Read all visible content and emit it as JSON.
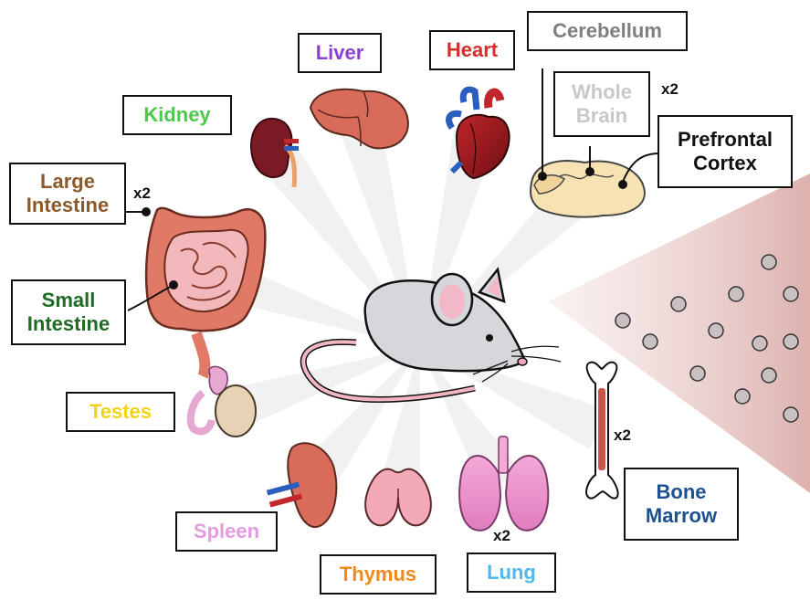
{
  "labels": {
    "cerebellum": {
      "lines": [
        "Cerebellum"
      ],
      "color": "#7f7f7f"
    },
    "whole_brain": {
      "lines": [
        "Whole",
        "Brain"
      ],
      "color": "#c8c8c8"
    },
    "prefrontal": {
      "lines": [
        "Prefrontal",
        "Cortex"
      ],
      "color": "#111111"
    },
    "liver": {
      "lines": [
        "Liver"
      ],
      "color": "#8a3fd6"
    },
    "heart": {
      "lines": [
        "Heart"
      ],
      "color": "#d72c2c"
    },
    "kidney": {
      "lines": [
        "Kidney"
      ],
      "color": "#4cc94a"
    },
    "large_intestine": {
      "lines": [
        "Large",
        "Intestine"
      ],
      "color": "#8b5a2b"
    },
    "small_intestine": {
      "lines": [
        "Small",
        "Intestine"
      ],
      "color": "#1f6b24"
    },
    "testes": {
      "lines": [
        "Testes"
      ],
      "color": "#f2d21b"
    },
    "spleen": {
      "lines": [
        "Spleen"
      ],
      "color": "#e39be0"
    },
    "thymus": {
      "lines": [
        "Thymus"
      ],
      "color": "#f08a1c"
    },
    "lung": {
      "lines": [
        "Lung"
      ],
      "color": "#4fb8ec"
    },
    "bone_marrow": {
      "lines": [
        "Bone",
        "Marrow"
      ],
      "color": "#1e4f8f"
    }
  },
  "multipliers": {
    "brain": "x2",
    "large_intestine": "x2",
    "lung": "x2",
    "bone": "x2"
  },
  "icons": {
    "mouse": "mouse-icon",
    "brain": "brain-icon",
    "liver": "liver-icon",
    "heart": "heart-icon",
    "kidney": "kidney-icon",
    "intestine": "intestine-icon",
    "testes": "testes-icon",
    "spleen": "spleen-icon",
    "thymus": "thymus-icon",
    "lung": "lung-icon",
    "bone": "bone-icon"
  },
  "colors": {
    "organ": "#d96b5a",
    "organ_dark": "#8a3b2d",
    "brain": "#f6e2b3",
    "mouse_body": "#d6d7db",
    "mouse_ear": "#f3b8c8",
    "cells": "#c9c1c1"
  }
}
